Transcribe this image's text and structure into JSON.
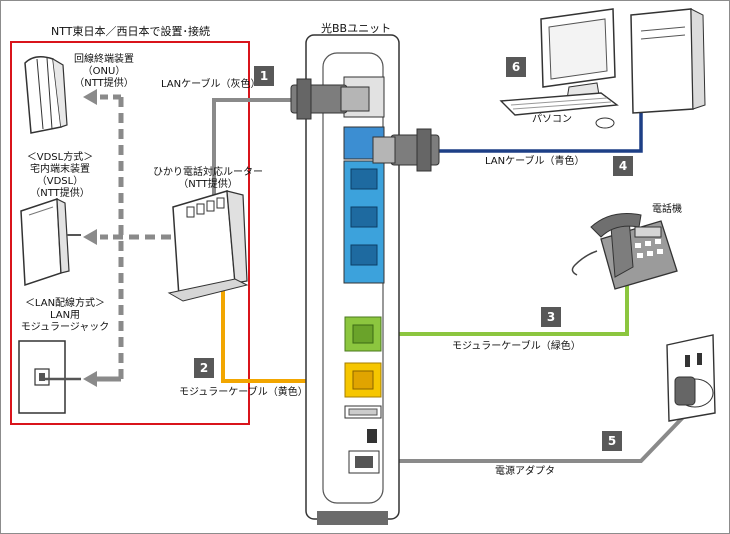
{
  "ntt_box": {
    "title": "NTT東日本／西日本で設置･接続",
    "onu": {
      "name": "回線終端装置",
      "type": "（ONU）",
      "provider": "（NTT提供）"
    },
    "vdsl": {
      "method": "＜VDSL方式＞",
      "name": "宅内端末装置",
      "type": "（VDSL）",
      "provider": "（NTT提供）"
    },
    "lan_wiring": {
      "method": "＜LAN配線方式＞",
      "line1": "LAN用",
      "line2": "モジュラージャック"
    }
  },
  "router": {
    "name": "ひかり電話対応ルーター",
    "provider": "（NTT提供）"
  },
  "unit": {
    "title": "光BBユニット"
  },
  "pc": {
    "label": "パソコン"
  },
  "phone": {
    "label": "電話機"
  },
  "cables": [
    {
      "number": "1",
      "label": "LANケーブル（灰色）"
    },
    {
      "number": "2",
      "label": "モジュラーケーブル（黄色）"
    },
    {
      "number": "3",
      "label": "モジュラーケーブル（緑色）"
    },
    {
      "number": "4",
      "label": "LANケーブル（青色）"
    },
    {
      "number": "5",
      "label": "電源アダプタ"
    }
  ],
  "pc_number": "6",
  "colors": {
    "ntt_border": "#d9141b",
    "gray_cable": "#8a8a8a",
    "yellow": "#f2a600",
    "green": "#8cc63f",
    "blue": "#1d3f86",
    "port_blue": "#3ca2dc"
  }
}
